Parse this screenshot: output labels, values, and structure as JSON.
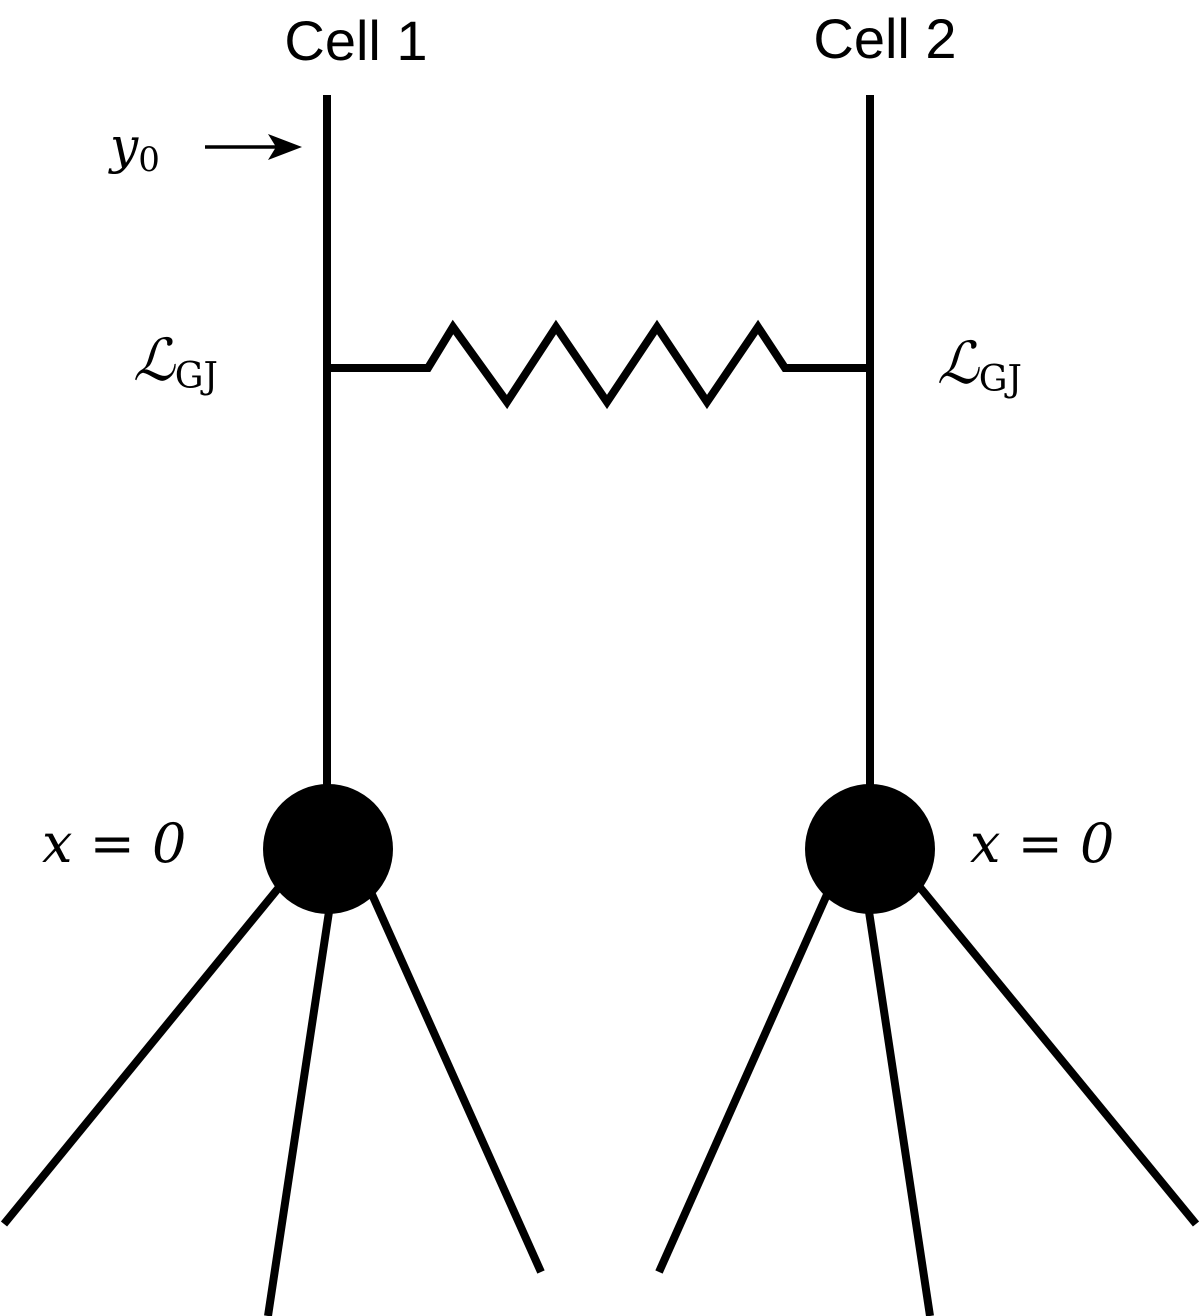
{
  "colors": {
    "stroke": "#000000",
    "background": "#ffffff"
  },
  "cells": [
    {
      "title": "Cell 1",
      "gap_junction_label": {
        "symbol": "ℒ",
        "subscript": "GJ"
      },
      "soma_label": "x = 0",
      "input_label": {
        "symbol": "y",
        "subscript": "0"
      }
    },
    {
      "title": "Cell 2",
      "gap_junction_label": {
        "symbol": "ℒ",
        "subscript": "GJ"
      },
      "soma_label": "x = 0"
    }
  ],
  "connection": {
    "type": "resistor",
    "icon": "resistor-zigzag-icon"
  }
}
